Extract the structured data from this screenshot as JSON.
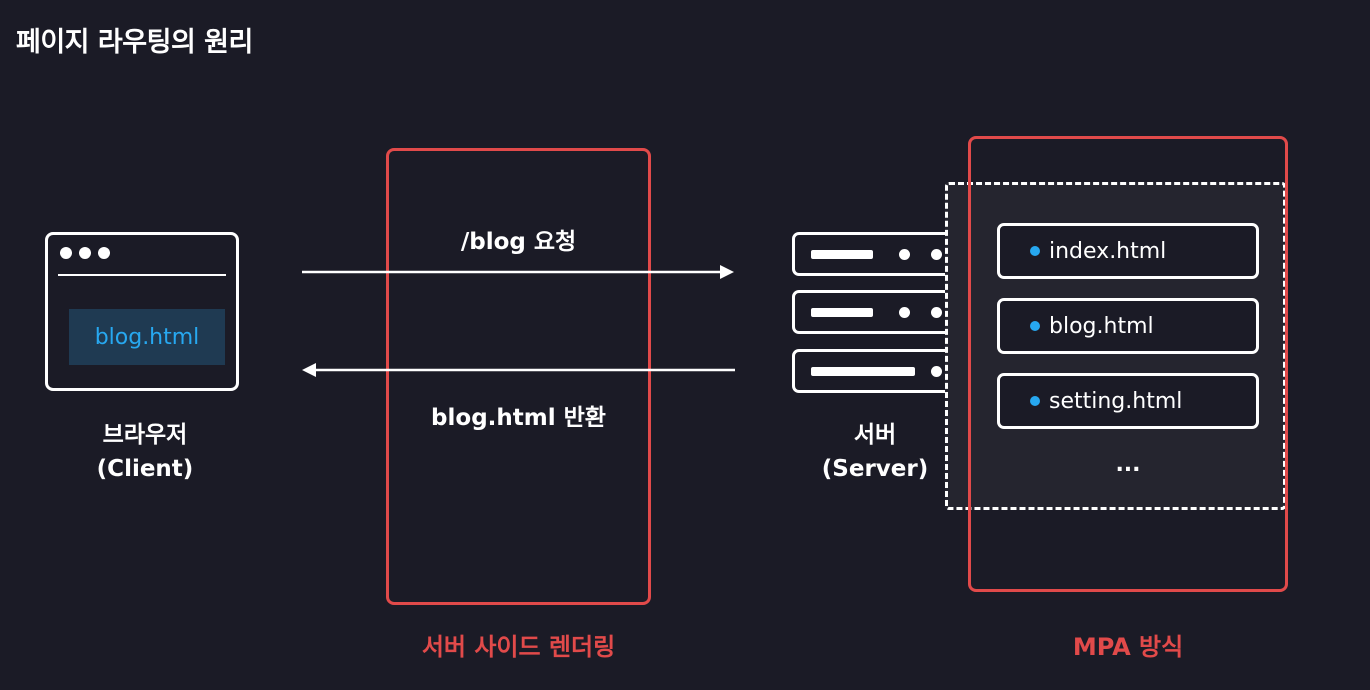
{
  "title": "페이지 라우팅의 원리",
  "client": {
    "page_label": "blog.html",
    "name": "브라우저",
    "subname": "(Client)"
  },
  "arrows": {
    "request_label": "/blog 요청",
    "response_label": "blog.html 반환"
  },
  "server": {
    "name": "서버",
    "subname": "(Server)"
  },
  "files": {
    "items": [
      "index.html",
      "blog.html",
      "setting.html"
    ],
    "more": "..."
  },
  "highlights": {
    "ssr_label": "서버 사이드 렌더링",
    "mpa_label": "MPA 방식"
  },
  "colors": {
    "background": "#1b1b26",
    "highlight_red": "#e14a4a",
    "accent_blue": "#27a8f0",
    "page_fill": "#1f3a52"
  }
}
